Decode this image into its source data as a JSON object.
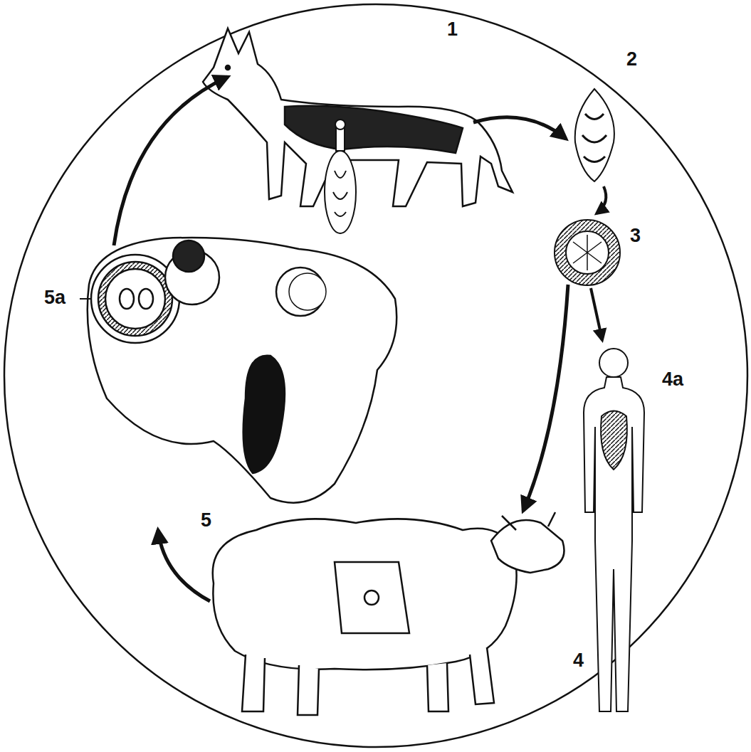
{
  "diagram": {
    "labels": [
      "1",
      "2",
      "3",
      "4",
      "4a",
      "5",
      "5a"
    ]
  }
}
